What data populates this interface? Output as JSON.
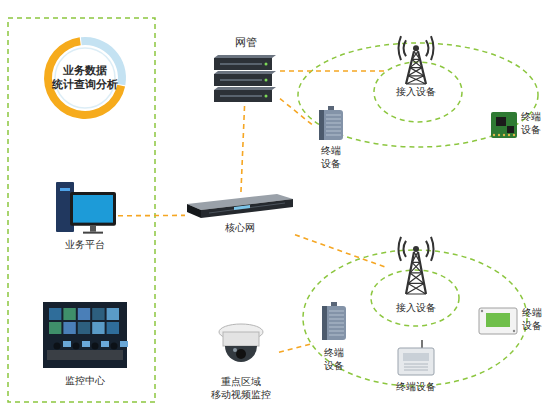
{
  "diagram": {
    "nodes": [
      {
        "text": [
          "业务数据 统计查询分析"
        ]
      },
      {
        "text": [
          "网管"
        ]
      },
      {
        "text": [
          "接入设备"
        ]
      },
      {
        "text": [
          "终端 设备"
        ]
      },
      {
        "text": [
          "终端 设备"
        ]
      },
      {
        "text": [
          "业务平台"
        ]
      },
      {
        "text": [
          "核心网"
        ]
      },
      {
        "text": [
          "接入设备"
        ]
      },
      {
        "text": [
          "终端 设备"
        ]
      },
      {
        "text": [
          "终端 设备"
        ]
      },
      {
        "text": [
          "重点区域 移动视频监控"
        ]
      },
      {
        "text": [
          "终端设备"
        ]
      },
      {
        "text": [
          "监控中心"
        ]
      }
    ],
    "edges": [
      {
        "from": 1,
        "to": 6,
        "arrow": "none"
      },
      {
        "from": 1,
        "to": 2,
        "arrow": "none"
      },
      {
        "from": 1,
        "to": 3,
        "arrow": "none"
      },
      {
        "from": 5,
        "to": 6,
        "arrow": "none"
      },
      {
        "from": 6,
        "to": 7,
        "arrow": "none"
      },
      {
        "from": 10,
        "to": 8,
        "arrow": "none"
      }
    ]
  }
}
